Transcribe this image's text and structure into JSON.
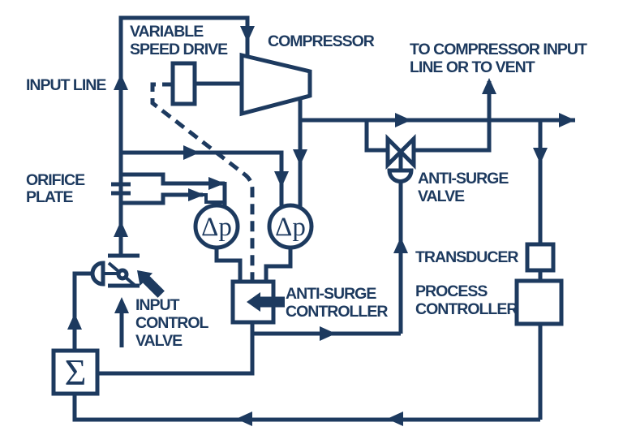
{
  "diagram": {
    "colors": {
      "line": "#1d3a5f",
      "background": "#ffffff"
    },
    "labels": {
      "variable_speed_drive": [
        "VARIABLE",
        "SPEED DRIVE"
      ],
      "compressor": "COMPRESSOR",
      "vent_destination": [
        "TO COMPRESSOR INPUT",
        "LINE OR TO VENT"
      ],
      "input_line": "INPUT LINE",
      "orifice_plate": [
        "ORIFICE",
        "PLATE"
      ],
      "anti_surge_valve": [
        "ANTI-SURGE",
        "VALVE"
      ],
      "transducer": "TRANSDUCER",
      "process_controller": [
        "PROCESS",
        "CONTROLLER"
      ],
      "anti_surge_controller": [
        "ANTI-SURGE",
        "CONTROLLER"
      ],
      "input_control_valve": [
        "INPUT",
        "CONTROL",
        "VALVE"
      ],
      "dp_transmitter_left": "Δp",
      "dp_transmitter_right": "Δp",
      "summing_unit": "Σ"
    }
  }
}
